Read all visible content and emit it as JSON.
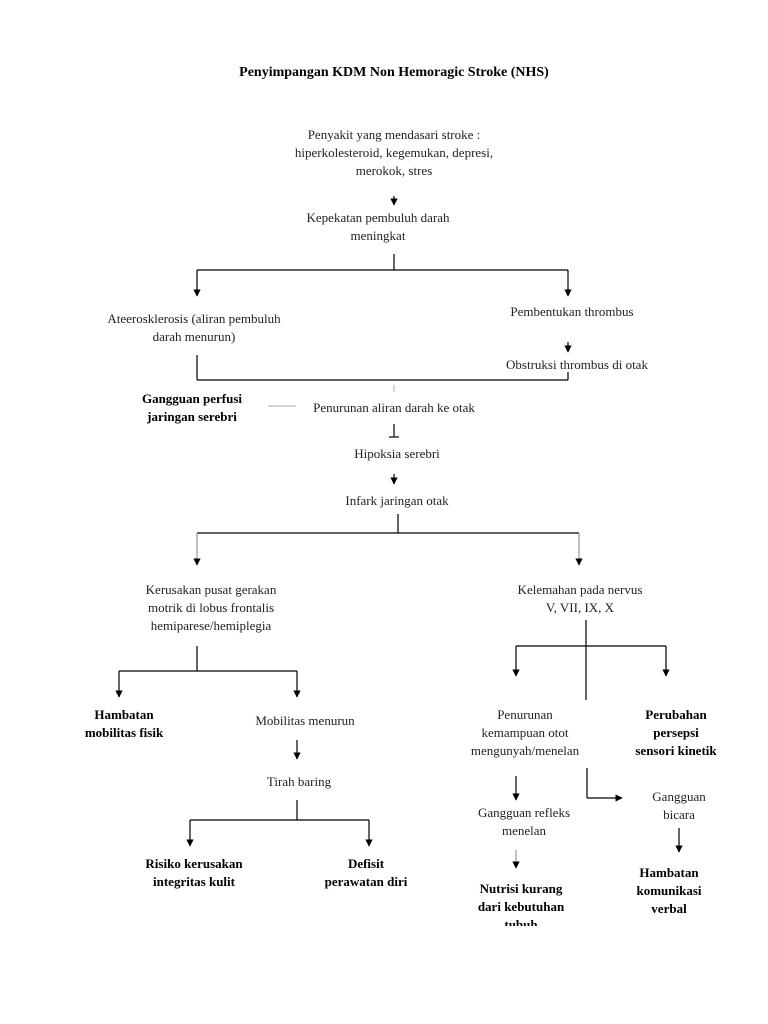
{
  "title": "Penyimpangan KDM Non Hemoragic Stroke (NHS)",
  "nodes": {
    "penyakit": "Penyakit yang mendasari stroke :\nhiperkolesteroid, kegemukan, depresi,\nmerokok, stres",
    "kepekatan": "Kepekatan pembuluh darah\nmeningkat",
    "ateero": "Ateerosklerosis (aliran pembuluh\ndarah menurun)",
    "pembentukan": "Pembentukan thrombus",
    "obstruksi": "Obstruksi thrombus di otak",
    "perfusi": "Gangguan perfusi\njaringan serebri",
    "penurunan_aliran": "Penurunan aliran darah ke otak",
    "hipoksia": "Hipoksia serebri",
    "infark": "Infark jaringan otak",
    "kerusakan": "Kerusakan pusat gerakan\nmotrik di lobus frontalis\nhemiparese/hemiplegia",
    "kelemahan": "Kelemahan pada nervus\nV, VII, IX, X",
    "hambatan_mob": "Hambatan\nmobilitas fisik",
    "mobilitas": "Mobilitas menurun",
    "penurunan_kemampuan": "Penurunan\nkemampuan otot\nmengunyah/menelan",
    "perubahan_persepsi": "Perubahan persepsi\nsensori kinetik",
    "tirah": "Tirah baring",
    "gangguan_refleks": "Gangguan refleks\nmenelan",
    "gangguan_bicara": "Gangguan\nbicara",
    "risiko": "Risiko kerusakan\nintegritas kulit",
    "defisit": "Defisit\nperawatan diri",
    "nutrisi": "Nutrisi kurang\ndari kebutuhan\ntubuh",
    "hambatan_kom": "Hambatan\nkomunikasi\nverbal"
  }
}
